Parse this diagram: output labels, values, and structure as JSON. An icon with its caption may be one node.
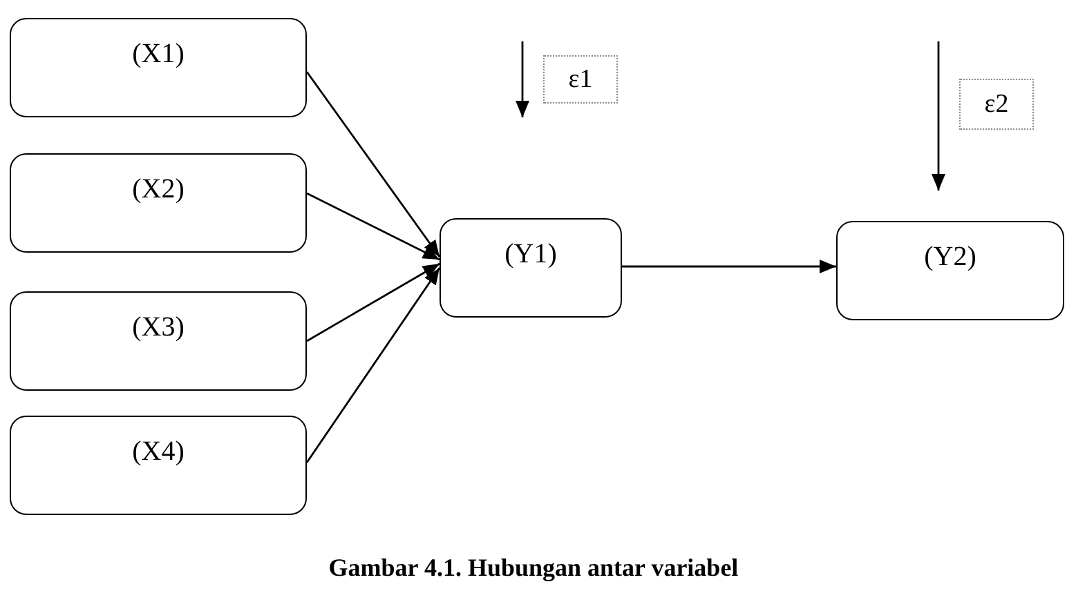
{
  "diagram": {
    "caption": "Gambar 4.1. Hubungan antar variabel",
    "nodes": [
      {
        "text": [
          "(X1)"
        ]
      },
      {
        "text": [
          "(X2)"
        ]
      },
      {
        "text": [
          "(X3)"
        ]
      },
      {
        "text": [
          "(X4)"
        ]
      },
      {
        "text": [
          "(Y1)"
        ]
      },
      {
        "text": [
          "(Y2)"
        ]
      },
      {
        "text": [
          "ε1"
        ]
      },
      {
        "text": [
          "ε2"
        ]
      }
    ],
    "edges": [
      {
        "from": 0,
        "to": 4,
        "arrow": "to"
      },
      {
        "from": 1,
        "to": 4,
        "arrow": "to"
      },
      {
        "from": 2,
        "to": 4,
        "arrow": "to"
      },
      {
        "from": 3,
        "to": 4,
        "arrow": "to"
      },
      {
        "from": 4,
        "to": 5,
        "arrow": "to"
      }
    ]
  }
}
